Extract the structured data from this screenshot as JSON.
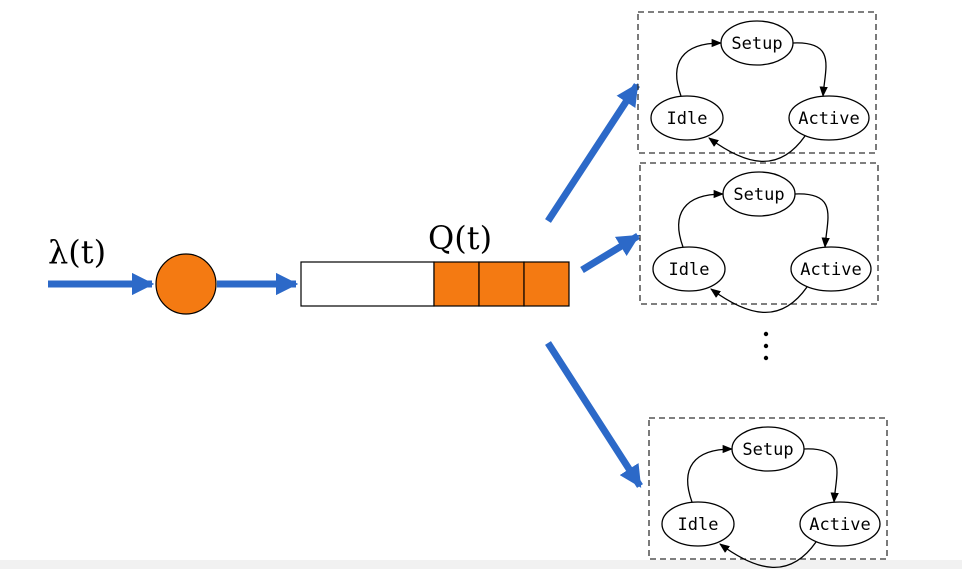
{
  "arrival_rate_label": "λ(t)",
  "queue_label": "Q(t)",
  "colors": {
    "flow_arrow": "#2c69c8",
    "server_node": "#f47a12",
    "queue_fill": "#f47a12"
  },
  "queue": {
    "filled_cells": 3
  },
  "servers": [
    {
      "states": {
        "setup": "Setup",
        "idle": "Idle",
        "active": "Active"
      }
    },
    {
      "states": {
        "setup": "Setup",
        "idle": "Idle",
        "active": "Active"
      }
    },
    {
      "states": {
        "setup": "Setup",
        "idle": "Idle",
        "active": "Active"
      }
    }
  ],
  "ellipsis": "⋮"
}
